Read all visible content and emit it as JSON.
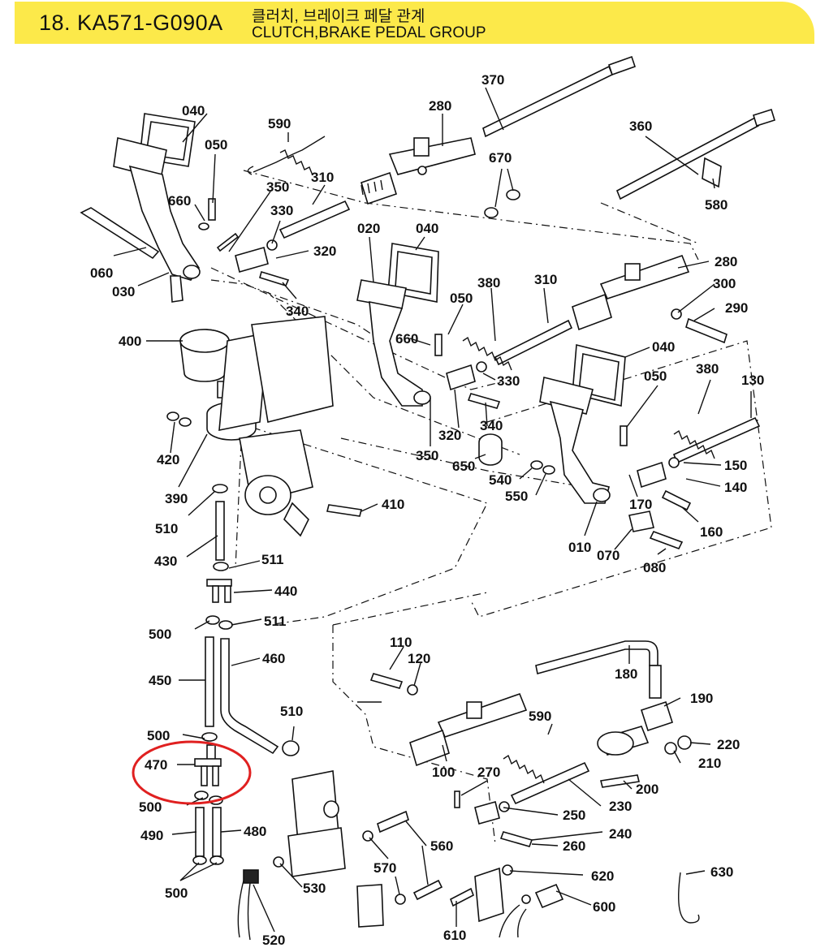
{
  "header": {
    "code": "18. KA571-G090A",
    "title_ko": "클러치, 브레이크 페달 관계",
    "title_en": "CLUTCH,BRAKE PEDAL GROUP",
    "band_color": "#fce94a"
  },
  "highlight": {
    "part": "470",
    "color": "#e02020"
  },
  "labels": {
    "p370": "370",
    "p280a": "280",
    "p040a": "040",
    "p590a": "590",
    "p050a": "050",
    "p360": "360",
    "p670": "670",
    "p310a": "310",
    "p350a": "350",
    "p330a": "330",
    "p660a": "660",
    "p580": "580",
    "p020": "020",
    "p040b": "040",
    "p320a": "320",
    "p060": "060",
    "p030": "030",
    "p280b": "280",
    "p340a": "340",
    "p380a": "380",
    "p310b": "310",
    "p300": "300",
    "p050b": "050",
    "p290": "290",
    "p400": "400",
    "p660b": "660",
    "p040c": "040",
    "p330b": "330",
    "p050c": "050",
    "p380b": "380",
    "p130": "130",
    "p420": "420",
    "p340b": "340",
    "p320b": "320",
    "p390": "390",
    "p350b": "350",
    "p650": "650",
    "p150": "150",
    "p540": "540",
    "p550": "550",
    "p140": "140",
    "p410": "410",
    "p510a": "510",
    "p170": "170",
    "p160": "160",
    "p010": "010",
    "p070": "070",
    "p430": "430",
    "p080": "080",
    "p511a": "511",
    "p440": "440",
    "p500a": "500",
    "p511b": "511",
    "p110": "110",
    "p120": "120",
    "p460": "460",
    "p180": "180",
    "p450": "450",
    "p190": "190",
    "p510b": "510",
    "p500b": "500",
    "p590b": "590",
    "p220": "220",
    "p470": "470",
    "p210": "210",
    "p100": "100",
    "p270": "270",
    "p200": "200",
    "p500c": "500",
    "p230": "230",
    "p250": "250",
    "p490": "490",
    "p480": "480",
    "p240": "240",
    "p560": "560",
    "p260": "260",
    "p570": "570",
    "p630": "630",
    "p530": "530",
    "p620": "620",
    "p500d": "500",
    "p600": "600",
    "p610": "610",
    "p520": "520"
  }
}
